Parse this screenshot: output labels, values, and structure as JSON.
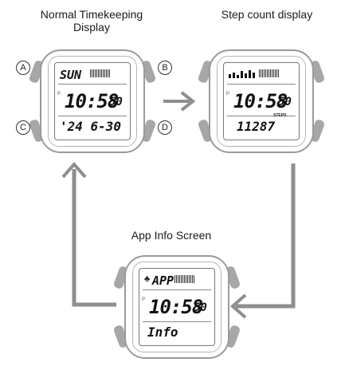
{
  "captions": {
    "normal_line1": "Normal Timekeeping",
    "normal_line2": "Display",
    "step": "Step count display",
    "app": "App Info Screen"
  },
  "buttons": {
    "a": "A",
    "b": "B",
    "c": "C",
    "d": "D"
  },
  "watch_normal": {
    "top": "SUN",
    "time": "10:58",
    "seconds": "50",
    "bottom": "'24 6-30"
  },
  "watch_step": {
    "time": "10:58",
    "seconds": "50",
    "bottom_label": "STEPS",
    "bottom": "11287"
  },
  "watch_app": {
    "top": "APP",
    "time": "10:58",
    "seconds": "50",
    "bottom": "Info"
  },
  "icons": {
    "arrow_right": "arrow-right-icon",
    "arrow_up": "arrow-up-icon",
    "arrow_down_left": "arrow-down-left-icon",
    "graph_bars": "step-graph-icon",
    "app_icon": "app-icon"
  },
  "colors": {
    "arrow": "#8e8e8e",
    "outline": "#9a9a9a",
    "lcd_text": "#111111"
  }
}
